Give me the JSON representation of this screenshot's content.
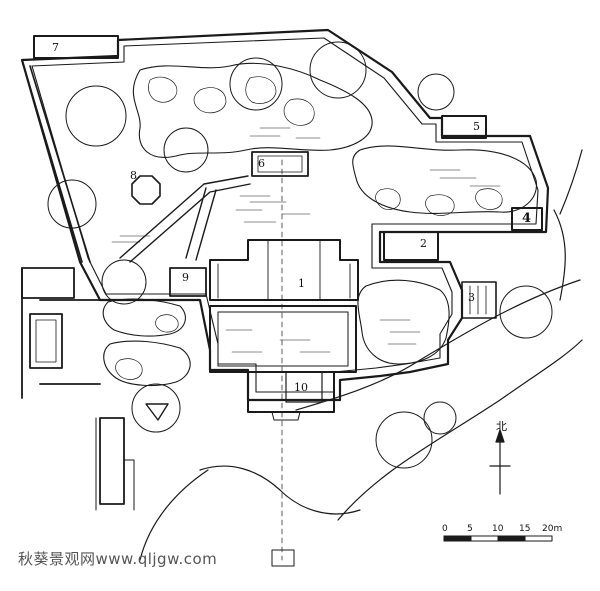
{
  "building_labels": {
    "b1": "1",
    "b2": "2",
    "b3": "3",
    "b4": "4",
    "b5": "5",
    "b6": "6",
    "b7": "7",
    "b8": "8",
    "b9": "9",
    "b10": "10"
  },
  "north_arrow": {
    "label": "北"
  },
  "scale_bar": {
    "ticks": [
      "0",
      "5",
      "10",
      "15",
      "20m"
    ]
  },
  "watermark": {
    "text": "秋葵景观网www.qljgw.com"
  },
  "colors": {
    "ink": "#1a1a1a",
    "paper": "#ffffff"
  }
}
